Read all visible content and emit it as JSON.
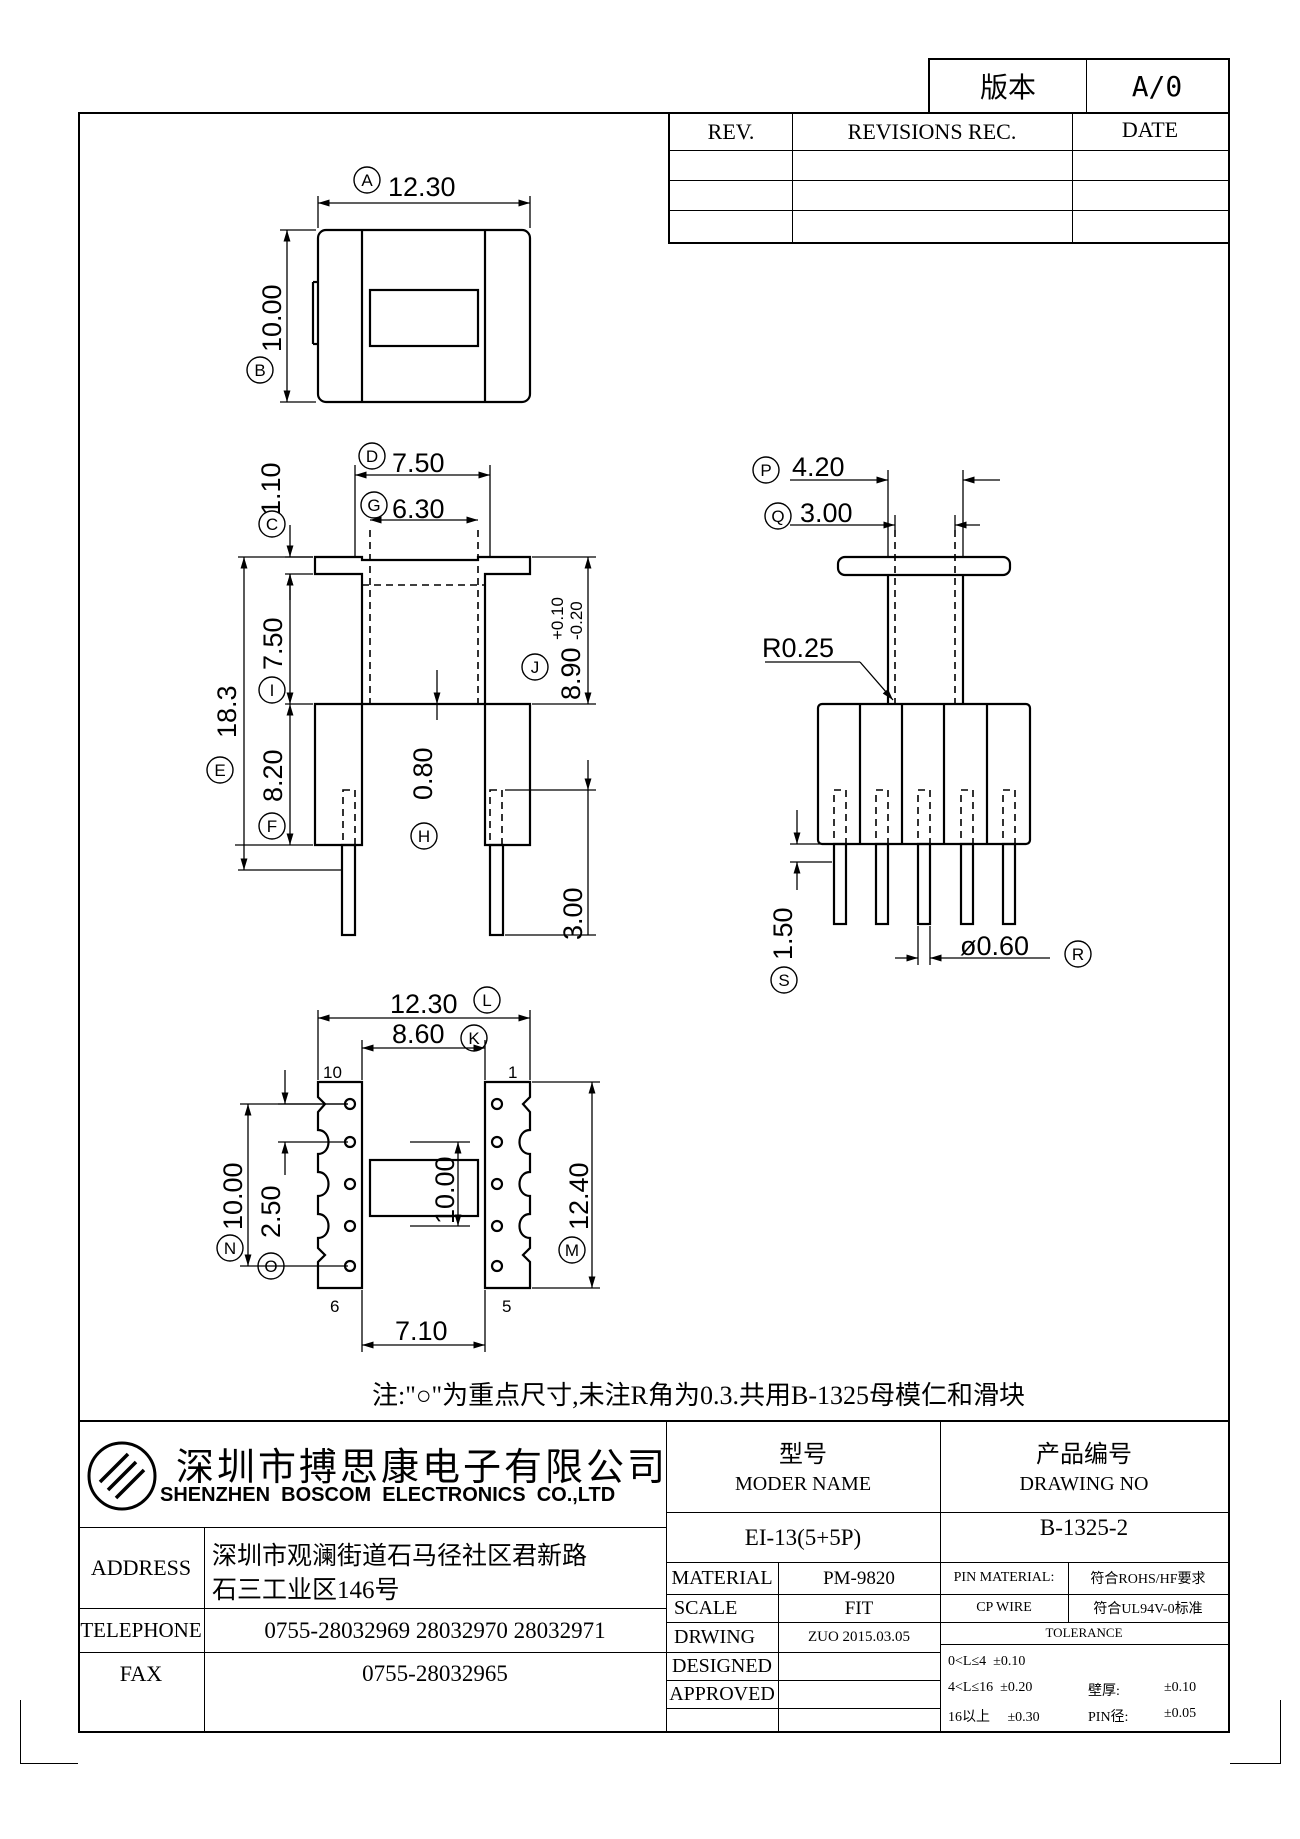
{
  "version_box": {
    "label": "版本",
    "value": "A/0"
  },
  "revisions": {
    "headers": [
      "REV.",
      "REVISIONS REC.",
      "DATE"
    ],
    "rows": [
      [
        "",
        "",
        ""
      ],
      [
        "",
        "",
        ""
      ],
      [
        "",
        "",
        ""
      ]
    ]
  },
  "dimensions": {
    "A": "12.30",
    "B": "10.00",
    "C": "1.10",
    "D": "7.50",
    "G": "6.30",
    "I": "7.50",
    "E": "18.3",
    "F": "8.20",
    "H": "0.80",
    "J_base": "8.90",
    "J_plus": "+0.10",
    "J_minus": "-0.20",
    "H_pin": "3.00",
    "P": "4.20",
    "Q": "3.00",
    "R_fillet": "R0.25",
    "R": "ø0.60",
    "S": "1.50",
    "L": "12.30",
    "K": "8.60",
    "N": "10.00",
    "O": "2.50",
    "inner": "10.00",
    "M": "12.40",
    "bottom": "7.10"
  },
  "dim_letters": [
    "A",
    "B",
    "C",
    "D",
    "G",
    "I",
    "E",
    "F",
    "H",
    "J",
    "P",
    "Q",
    "R",
    "S",
    "L",
    "K",
    "N",
    "O",
    "M"
  ],
  "pin_numbers": {
    "top_left": "10",
    "top_right": "1",
    "bottom_left": "6",
    "bottom_right": "5"
  },
  "note": "注:\"○\"为重点尺寸,未注R角为0.3.共用B-1325母模仁和滑块",
  "company": {
    "name_cn": "深圳市搏思康电子有限公司",
    "name_en": "SHENZHEN  BOSCOM  ELECTRONICS  CO.,LTD"
  },
  "title_block": {
    "model_label_cn": "型号",
    "model_label_en": "MODER NAME",
    "drawing_label_cn": "产品编号",
    "drawing_label_en": "DRAWING NO",
    "model_value": "EI-13(5+5P)",
    "drawing_value": "B-1325-2",
    "address_label": "ADDRESS",
    "address_line1": "深圳市观澜街道石马径社区君新路",
    "address_line2": "石三工业区146号",
    "telephone_label": "TELEPHONE",
    "telephone_value": "0755-28032969 28032970 28032971",
    "fax_label": "FAX",
    "fax_value": "0755-28032965",
    "material_label": "MATERIAL",
    "material_value": "PM-9820",
    "scale_label": "SCALE",
    "scale_value": "FIT",
    "drwing_label": "DRWING",
    "drwing_value": "ZUO  2015.03.05",
    "designed_label": "DESIGNED",
    "approved_label": "APPROVED",
    "pin_material_label": "PIN MATERIAL:",
    "cp_wire_label": "CP WIRE",
    "rohs": "符合ROHS/HF要求",
    "ul": "符合UL94V-0标准",
    "tolerance_label": "TOLERANCE",
    "tol_line1": "0<L≤4  ±0.10",
    "tol_line2": "4<L≤16  ±0.20",
    "tol_line3": "16以上     ±0.30",
    "wall_label": "壁厚:",
    "wall_value": "±0.10",
    "pin_dia_label": "PIN径:",
    "pin_dia_value": "±0.05"
  }
}
